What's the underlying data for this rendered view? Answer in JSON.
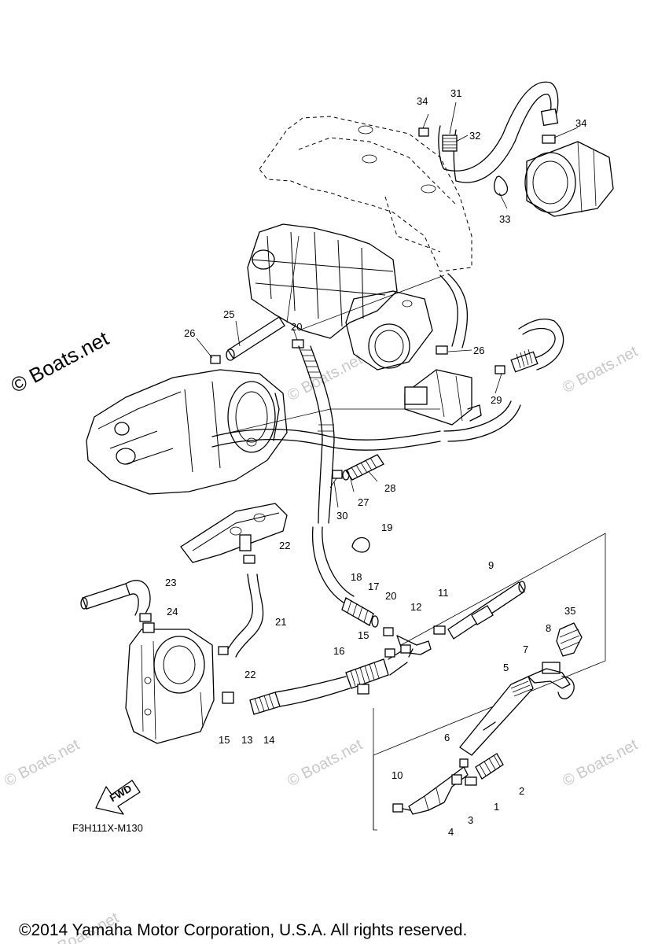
{
  "watermark": {
    "side_text": "© Boats.net",
    "faint_text": "© Boats.net"
  },
  "diagram": {
    "code": "F3H111X-M130",
    "fwd_label": "FWD",
    "copyright": "©2014 Yamaha Motor Corporation, U.S.A. All rights reserved.",
    "callouts": [
      "1",
      "2",
      "3",
      "4",
      "5",
      "6",
      "7",
      "8",
      "9",
      "10",
      "11",
      "12",
      "13",
      "14",
      "15",
      "16",
      "17",
      "18",
      "19",
      "20",
      "20",
      "21",
      "22",
      "22",
      "23",
      "24",
      "25",
      "26",
      "26",
      "27",
      "28",
      "29",
      "30",
      "31",
      "32",
      "33",
      "34",
      "34",
      "35"
    ]
  }
}
